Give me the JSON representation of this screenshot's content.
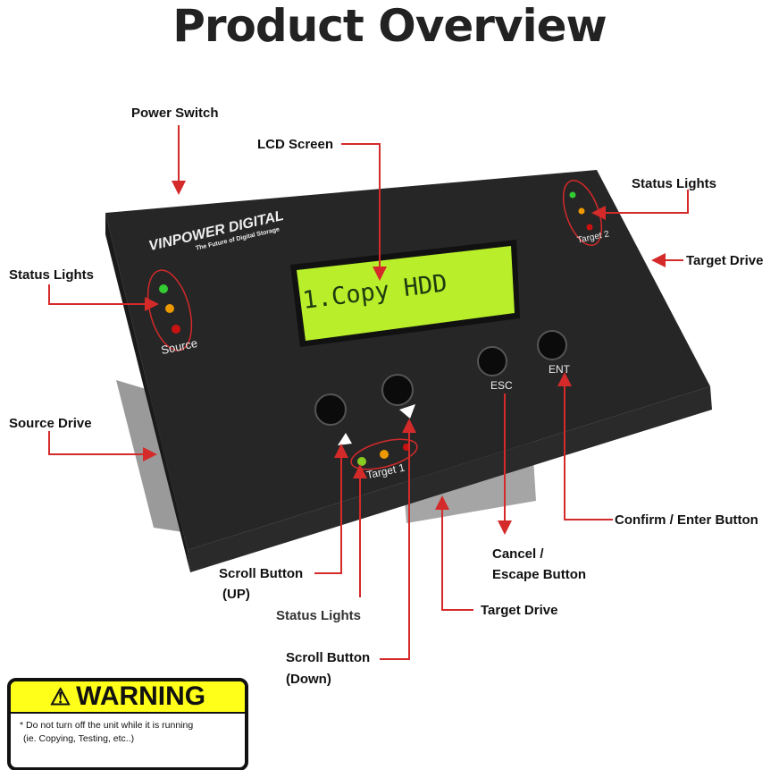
{
  "title": "Product Overview",
  "device": {
    "brand": "VINPOWER DIGITAL",
    "tagline": "The Future of Digital Storage",
    "lcd_text": "1.Copy HDD",
    "source_label": "Source",
    "target1_label": "Target 1",
    "target2_label": "Target 2",
    "esc_label": "ESC",
    "ent_label": "ENT"
  },
  "callouts": {
    "power_switch": "Power Switch",
    "lcd_screen": "LCD Screen",
    "status_lights_target2": "Status Lights",
    "target_drive_right": "Target Drive",
    "status_lights_source": "Status Lights",
    "source_drive": "Source Drive",
    "confirm_button": "Confirm / Enter Button",
    "cancel_line1": "Cancel /",
    "cancel_line2": "Escape Button",
    "scroll_up_line1": "Scroll Button",
    "scroll_up_line2": "(UP)",
    "status_lights_target1": "Status Lights",
    "target_drive_bottom": "Target Drive",
    "scroll_down_line1": "Scroll Button",
    "scroll_down_line2": "(Down)"
  },
  "warning": {
    "title": "WARNING",
    "line1": "* Do not turn off the unit while it is running",
    "line2": "(ie. Copying, Testing, etc..)"
  },
  "colors": {
    "arrow": "#d42a2a",
    "lcd": "#b8ef2a",
    "warning_yellow": "#ffff1a"
  }
}
